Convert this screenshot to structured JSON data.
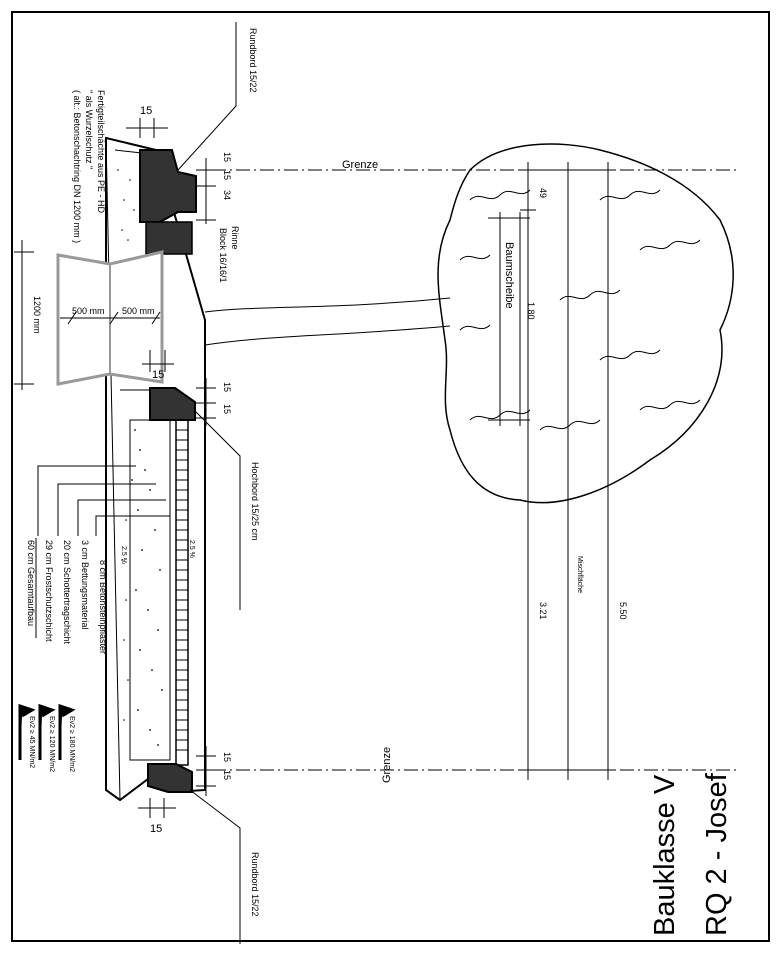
{
  "title": {
    "line1": "RQ 2 - Josef",
    "line2": "Bauklasse V"
  },
  "curbs": {
    "top": "Rundbord 15/22",
    "bottom": "Rundbord 15/22",
    "hochbord": "Hochbord 15/25 cm"
  },
  "gutter": {
    "rinne": "Rinne",
    "block": "Block 16/16/1"
  },
  "shaft_note": {
    "line1": "Fertigteilschächte aus PE - HD",
    "line2": "\" als Wurzelschutz \"",
    "line3": "( alt.: Betonschachtring DN 1200 mm )"
  },
  "shaft_dims": {
    "half_a": "500 mm",
    "half_b": "500 mm",
    "total": "1200 mm"
  },
  "tree": {
    "label": "Baumscheibe",
    "width": "1.80"
  },
  "dimensions": {
    "d15_top_left": "15",
    "d15_top_a": "15",
    "d15_top_b": "15",
    "d34": "34",
    "d15_center": "15",
    "d15_mid_a": "15",
    "d15_mid_b": "15",
    "d15_bot_a": "15",
    "d15_bot_b": "15",
    "d15_bottom": "15",
    "d49": "49",
    "d321": "3.21",
    "d550": "5.50",
    "mischflaeche": "Mischfläche"
  },
  "boundary": {
    "top": "Grenze",
    "bottom": "Grenze"
  },
  "slope": {
    "a": "2.5 %",
    "b": "2.5 %"
  },
  "layers": [
    "8 cm Betonsteinpflaster",
    "3 cm Bettungsmaterial",
    "20 cm Schottertragschicht",
    "29 cm Frostschutzschicht",
    "60 cm Gesamtaufbau"
  ],
  "legend_marks": {
    "a": "Ev2 ≥ 180 MN/m2",
    "b": "Ev2 ≥ 120 MN/m2",
    "c": "Ev2 ≥ 45 MN/m2"
  }
}
